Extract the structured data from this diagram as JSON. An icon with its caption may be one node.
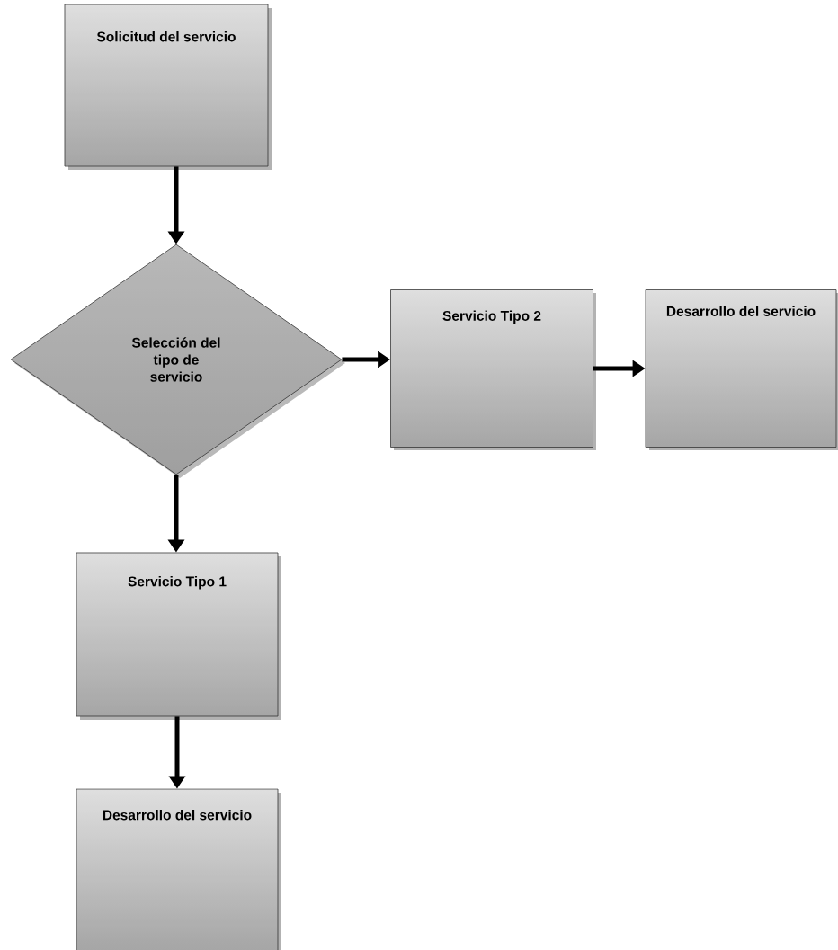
{
  "diagram": {
    "nodes": [
      {
        "text": [
          "Solicitud del servicio"
        ]
      },
      {
        "text": [
          "Selección del tipo de servicio"
        ]
      },
      {
        "text": [
          "Servicio Tipo 2"
        ]
      },
      {
        "text": [
          "Desarrollo del servicio"
        ]
      },
      {
        "text": [
          "Servicio Tipo 1"
        ]
      },
      {
        "text": [
          "Desarrollo del servicio"
        ]
      }
    ],
    "edges": [
      {
        "from": 0,
        "to": 1,
        "arrow": "to"
      },
      {
        "from": 1,
        "to": 2,
        "arrow": "to"
      },
      {
        "from": 2,
        "to": 3,
        "arrow": "to"
      },
      {
        "from": 1,
        "to": 4,
        "arrow": "to"
      },
      {
        "from": 4,
        "to": 5,
        "arrow": "to"
      }
    ]
  }
}
